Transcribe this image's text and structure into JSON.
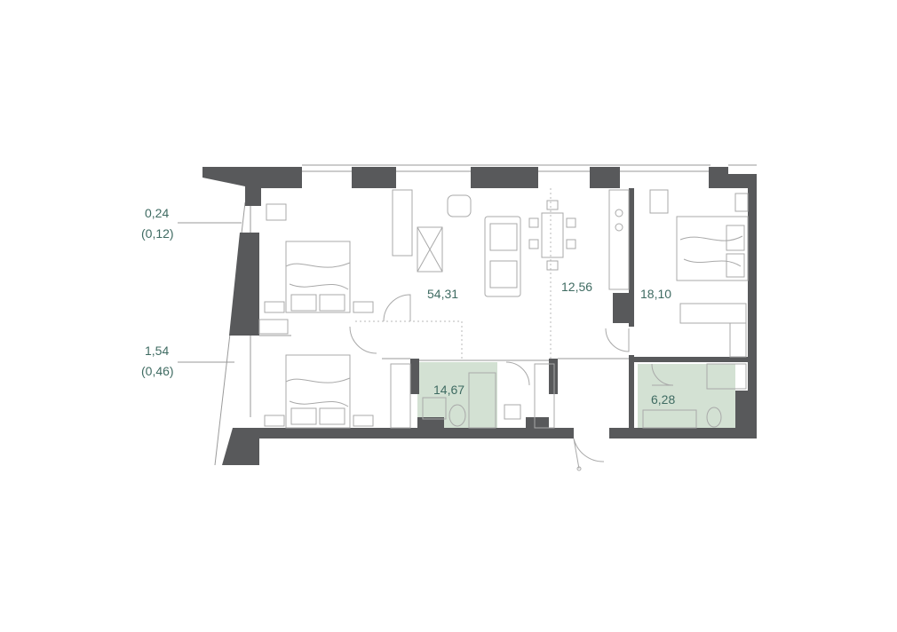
{
  "rooms": [
    {
      "id": "living",
      "area": "54,31"
    },
    {
      "id": "kitchen",
      "area": "12,56"
    },
    {
      "id": "bedroom",
      "area": "18,10"
    },
    {
      "id": "bathroom-1",
      "area": "14,67"
    },
    {
      "id": "bathroom-2",
      "area": "6,28"
    }
  ],
  "balconies": [
    {
      "id": "balcony-top",
      "area": "0,24",
      "reduced": "(0,12)"
    },
    {
      "id": "balcony-bottom",
      "area": "1,54",
      "reduced": "(0,46)"
    }
  ],
  "colors": {
    "wall": "#58595b",
    "wet_area": "#d3e1d3",
    "label": "#3f6b62",
    "lines": "#a9a9a9"
  }
}
